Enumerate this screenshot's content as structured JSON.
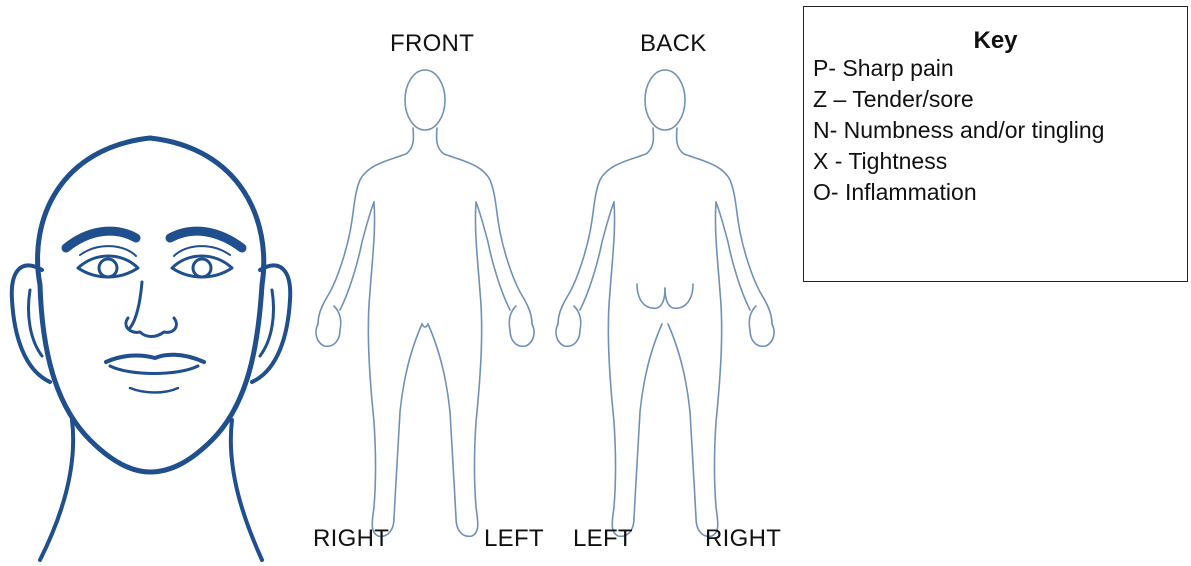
{
  "labels": {
    "front": "FRONT",
    "back": "BACK",
    "front_right": "RIGHT",
    "front_left": "LEFT",
    "back_left": "LEFT",
    "back_right": "RIGHT"
  },
  "key": {
    "title": "Key",
    "items": [
      "P- Sharp pain",
      "Z – Tender/sore",
      "N- Numbness and/or tingling",
      "X - Tightness",
      "O- Inflammation"
    ]
  },
  "colors": {
    "face_outline": "#1f4f8c",
    "body_outline": "#6f91b8"
  },
  "icons": [
    "face-illustration",
    "front-body-outline",
    "back-body-outline"
  ]
}
